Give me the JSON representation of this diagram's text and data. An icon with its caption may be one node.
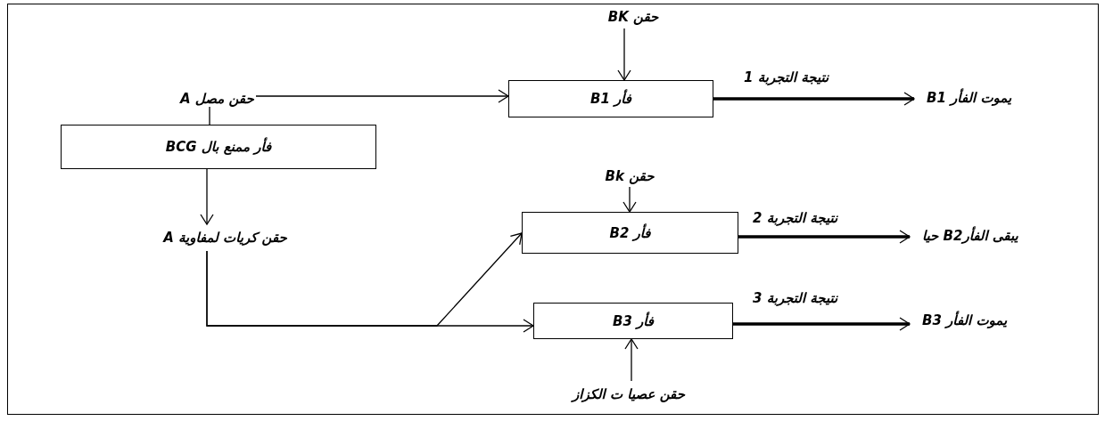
{
  "diagram": {
    "nodes": [
      {
        "text": [
          "فأر ممنع بال BCG"
        ]
      },
      {
        "text": [
          "حقن BK"
        ]
      },
      {
        "text": [
          "فأر B1"
        ]
      },
      {
        "text": [
          "يموت الفأر B1"
        ]
      },
      {
        "text": [
          "حقن كريات لمفاوية A"
        ]
      },
      {
        "text": [
          "حقن Bk"
        ]
      },
      {
        "text": [
          "فأر B2"
        ]
      },
      {
        "text": [
          "يبقى الفأرB2 حيا"
        ]
      },
      {
        "text": [
          "فأر B3"
        ]
      },
      {
        "text": [
          "يموت الفأر B3"
        ]
      },
      {
        "text": [
          "حقن عصيا ت الكزاز"
        ]
      }
    ],
    "edges": [
      {
        "from": 0,
        "to": 2,
        "arrow": "to",
        "label": "حقن مصل A"
      },
      {
        "from": 1,
        "to": 2,
        "arrow": "to"
      },
      {
        "from": 2,
        "to": 3,
        "arrow": "to",
        "label": "نتيجة التجربة 1",
        "style": "thick"
      },
      {
        "from": 0,
        "to": 4,
        "arrow": "to"
      },
      {
        "from": 4,
        "to": 6,
        "arrow": "to"
      },
      {
        "from": 4,
        "to": 8,
        "arrow": "to"
      },
      {
        "from": 5,
        "to": 6,
        "arrow": "to"
      },
      {
        "from": 6,
        "to": 7,
        "arrow": "to",
        "label": "نتيجة التجربة 2",
        "style": "thick"
      },
      {
        "from": 8,
        "to": 9,
        "arrow": "to",
        "label": "نتيجة التجربة 3",
        "style": "thick"
      },
      {
        "from": 10,
        "to": 8,
        "arrow": "to"
      }
    ]
  }
}
